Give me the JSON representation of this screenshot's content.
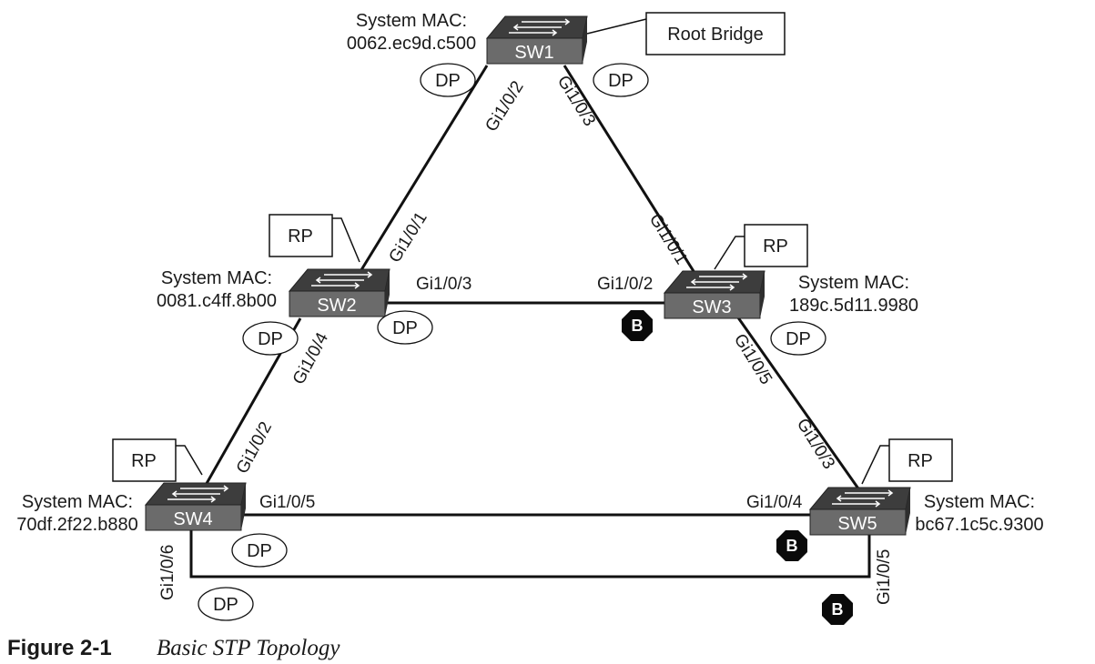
{
  "switches": [
    {
      "name": "SW1",
      "mac_label": "System MAC:",
      "mac": "0062.ec9d.c500"
    },
    {
      "name": "SW2",
      "mac_label": "System MAC:",
      "mac": "0081.c4ff.8b00"
    },
    {
      "name": "SW3",
      "mac_label": "System MAC:",
      "mac": "189c.5d11.9980"
    },
    {
      "name": "SW4",
      "mac_label": "System MAC:",
      "mac": "70df.2f22.b880"
    },
    {
      "name": "SW5",
      "mac_label": "System MAC:",
      "mac": "bc67.1c5c.9300"
    }
  ],
  "root_bridge_label": "Root Bridge",
  "ports": {
    "sw1_gi2": "Gi1/0/2",
    "sw1_gi3": "Gi1/0/3",
    "sw2_gi1": "Gi1/0/1",
    "sw2_gi3": "Gi1/0/3",
    "sw2_gi4": "Gi1/0/4",
    "sw3_gi1": "Gi1/0/1",
    "sw3_gi2": "Gi1/0/2",
    "sw3_gi5": "Gi1/0/5",
    "sw4_gi2": "Gi1/0/2",
    "sw4_gi5": "Gi1/0/5",
    "sw4_gi6": "Gi1/0/6",
    "sw5_gi3": "Gi1/0/3",
    "sw5_gi4": "Gi1/0/4",
    "sw5_gi5": "Gi1/0/5"
  },
  "roles": {
    "designated": "DP",
    "root": "RP",
    "blocking": "B"
  },
  "caption": {
    "number": "Figure 2-1",
    "title": "Basic STP Topology"
  },
  "colors": {
    "switch_body": "#6b6b6b",
    "switch_top": "#3d3d3d",
    "link": "#111111",
    "blocking_marker": "#0a0a0a"
  }
}
